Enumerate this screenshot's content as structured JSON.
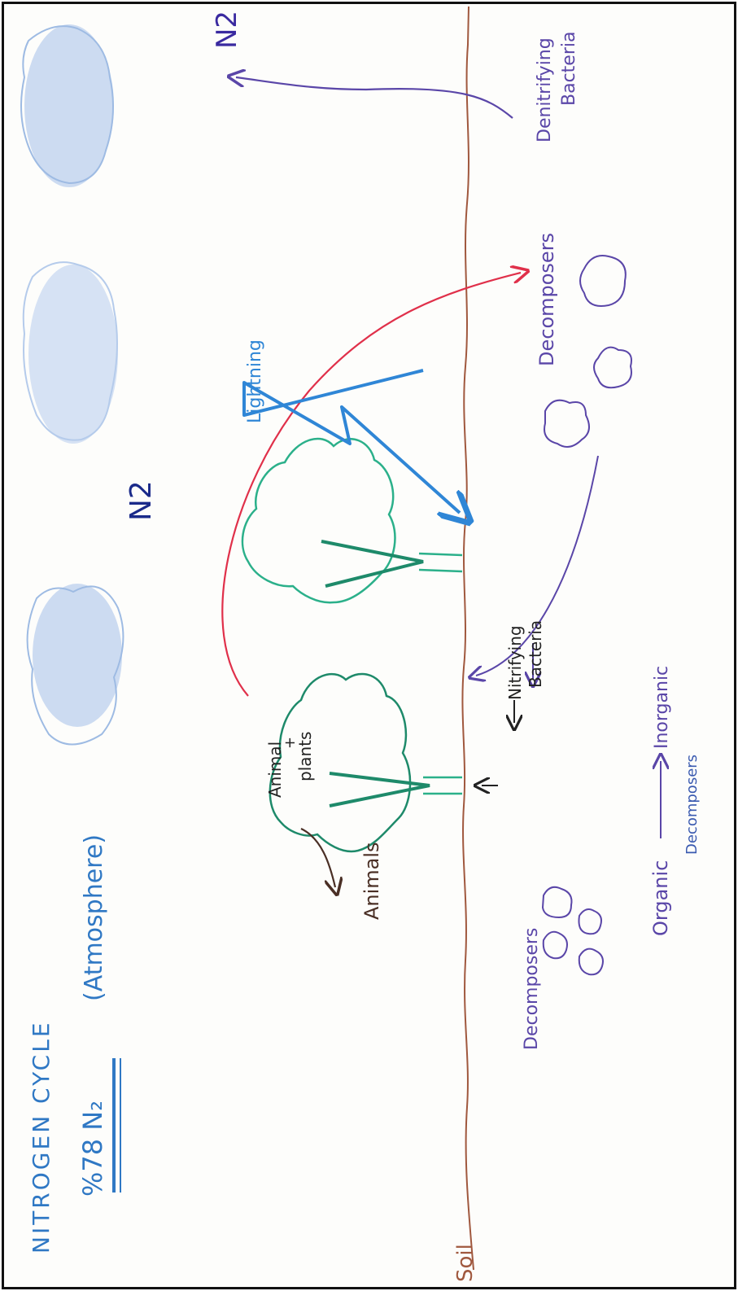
{
  "title": "NITROGEN CYCLE",
  "atmosphere_label": "(Atmosphere)",
  "percent_label": "%78 N₂",
  "labels": {
    "soil": "Soil",
    "animals": "Animals",
    "animal_plants": [
      "Animal",
      "+",
      "plants"
    ],
    "nitrifying_bacteria": [
      "Nitrifying",
      "Bacteria"
    ],
    "lightning": "Lightning",
    "n2_mid": "N2",
    "n2_top": "N2",
    "decomposers_right": "Decomposers",
    "denitrifying_bacteria": [
      "Denitrifying",
      "Bacteria"
    ],
    "decomposers_left": "Decomposers",
    "organic": "Organic",
    "inorganic": "Inorganic",
    "decomposers_under_arrow": "Decomposers"
  },
  "colors": {
    "title": "#2f78c4",
    "soil": "#a0583e",
    "plant_dark": "#1e8a6a",
    "plant_light": "#2bb08a",
    "animals": "#4a2f25",
    "red_arrow": "#e0304a",
    "lightning": "#2f86d6",
    "purple": "#5a46a8",
    "cloud": "#7fa6dc",
    "label_dark": "#222222"
  },
  "icons": [
    "cloud-icon",
    "plant-icon",
    "lightning-icon",
    "decomposer-blob-icon"
  ]
}
